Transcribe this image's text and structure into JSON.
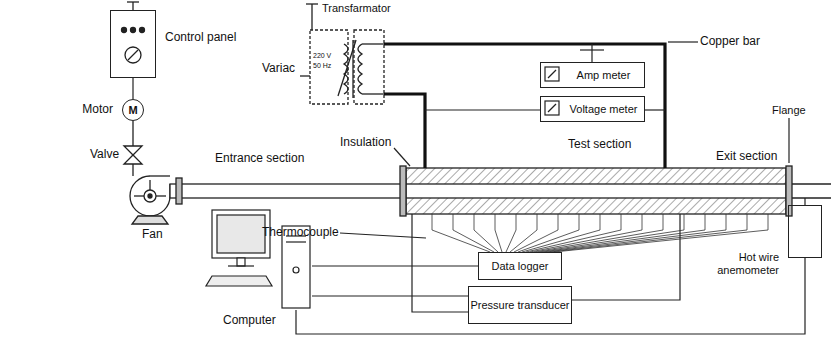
{
  "diagram": {
    "nodes": [
      {
        "text": [
          "Control panel"
        ]
      },
      {
        "text": [
          "Motor",
          "M"
        ]
      },
      {
        "text": [
          "Amp meter"
        ]
      },
      {
        "text": [
          "Voltage meter"
        ]
      },
      {
        "text": [
          "Data logger"
        ]
      },
      {
        "text": [
          "Computer"
        ]
      },
      {
        "text": [
          "Pressure transducer"
        ]
      },
      {
        "text": [
          "Hot wire anemometer"
        ]
      }
    ],
    "edges": [
      {
        "from": 0,
        "to": 1,
        "arrow": "none"
      },
      {
        "from": 4,
        "to": 5,
        "arrow": "none"
      },
      {
        "from": 6,
        "to": 5,
        "arrow": "none"
      },
      {
        "from": 7,
        "to": 5,
        "arrow": "none"
      }
    ],
    "labels": [
      "Transfarmator",
      "220 V",
      "50 Hz",
      "Variac",
      "Copper bar",
      "Valve",
      "Fan",
      "Entrance section",
      "Insulation",
      "Test section",
      "Flange",
      "Exit section",
      "Thermocouple"
    ]
  }
}
